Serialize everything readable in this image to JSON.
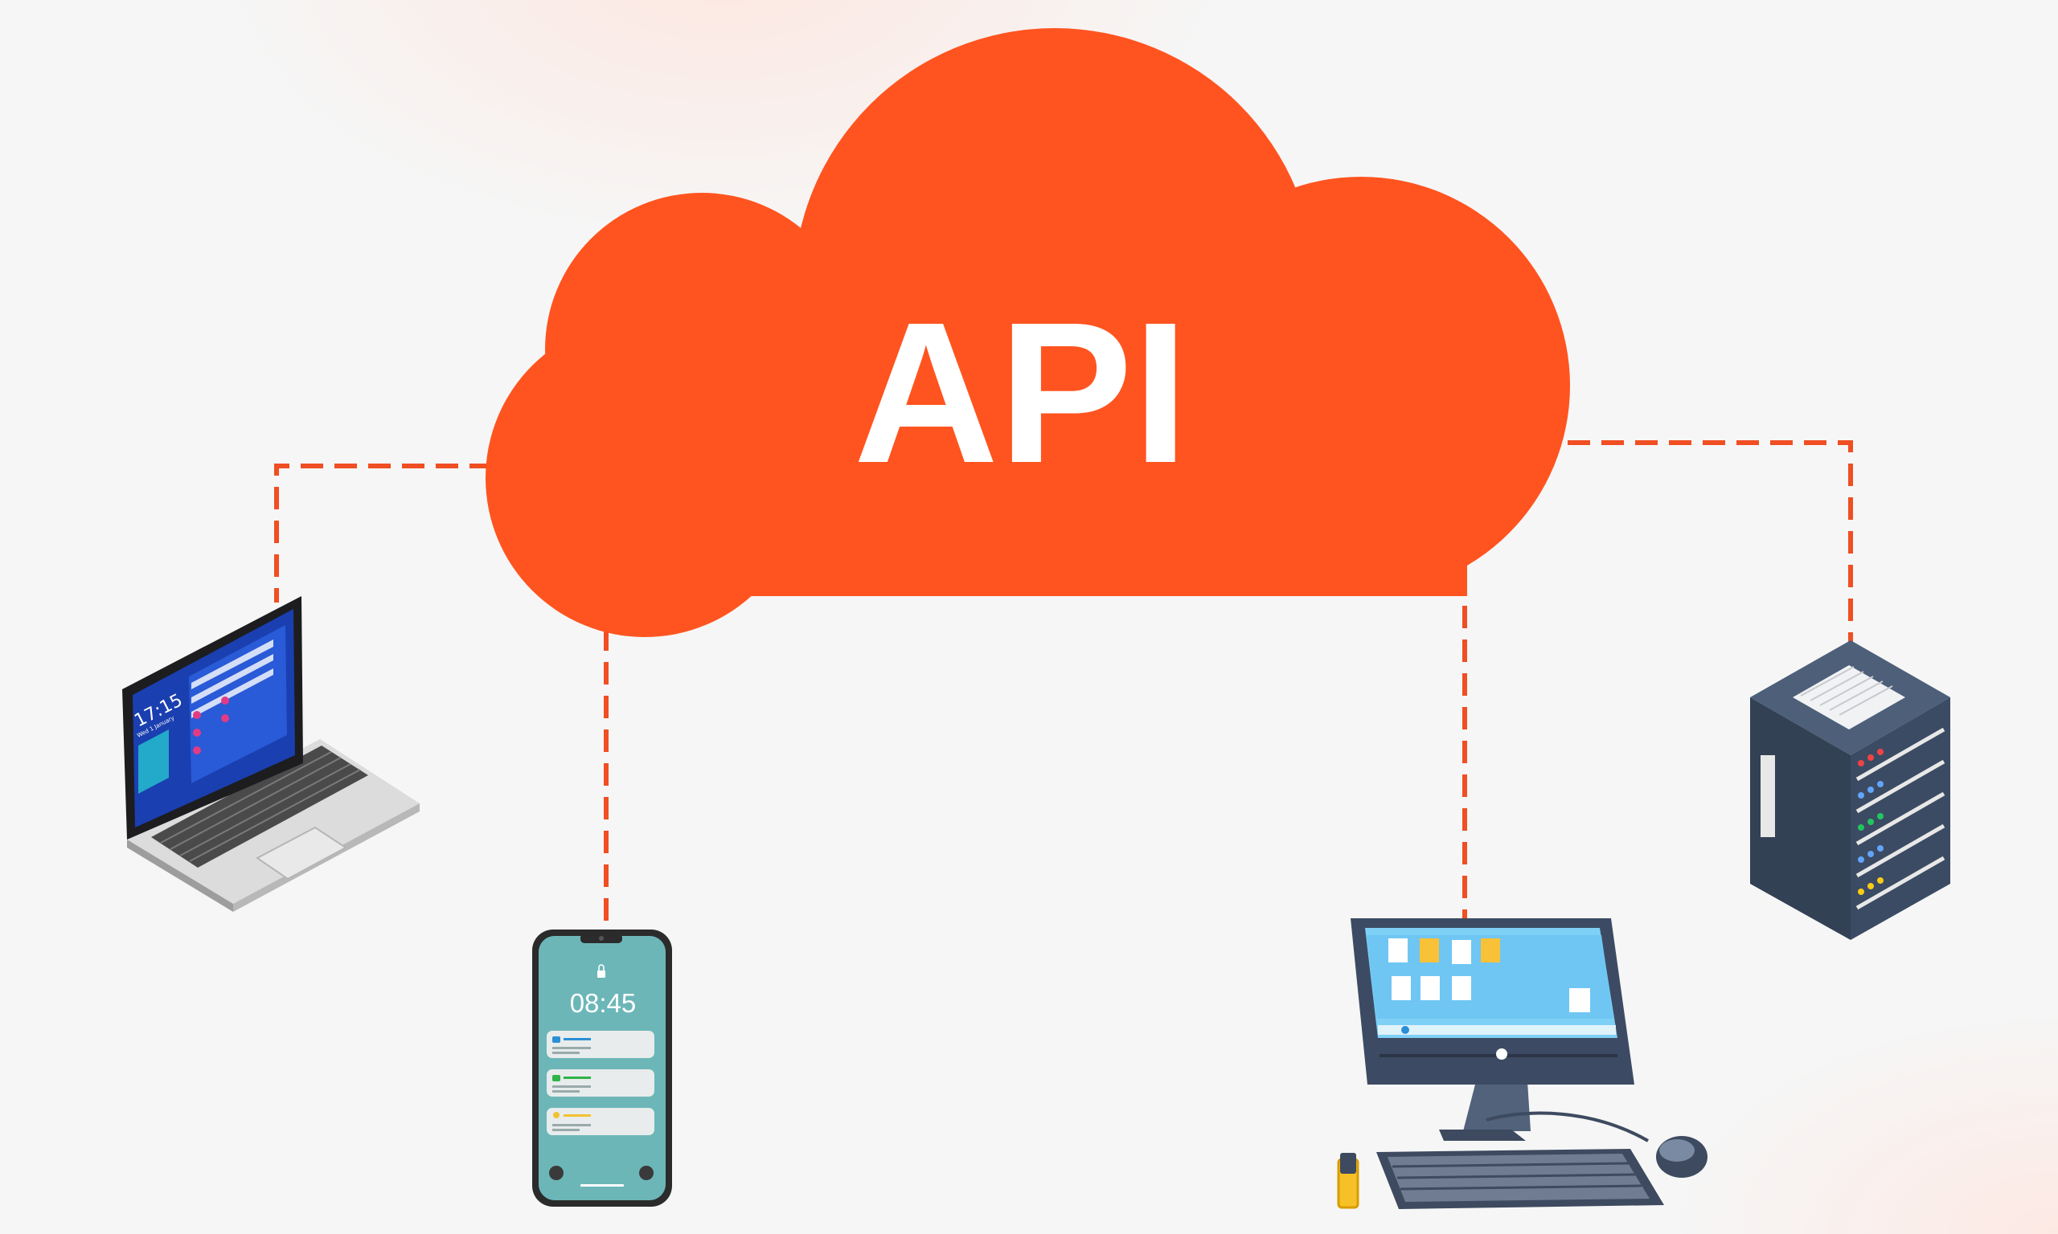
{
  "cloud": {
    "label": "API",
    "color": "#ff5420"
  },
  "connector_color": "#f04e23",
  "devices": {
    "laptop": {
      "name": "laptop-icon",
      "clock": "17:15",
      "date": "Wed 1 January"
    },
    "phone": {
      "name": "phone-icon",
      "clock": "08:45"
    },
    "desktop": {
      "name": "desktop-computer-icon"
    },
    "server": {
      "name": "server-rack-icon"
    }
  }
}
